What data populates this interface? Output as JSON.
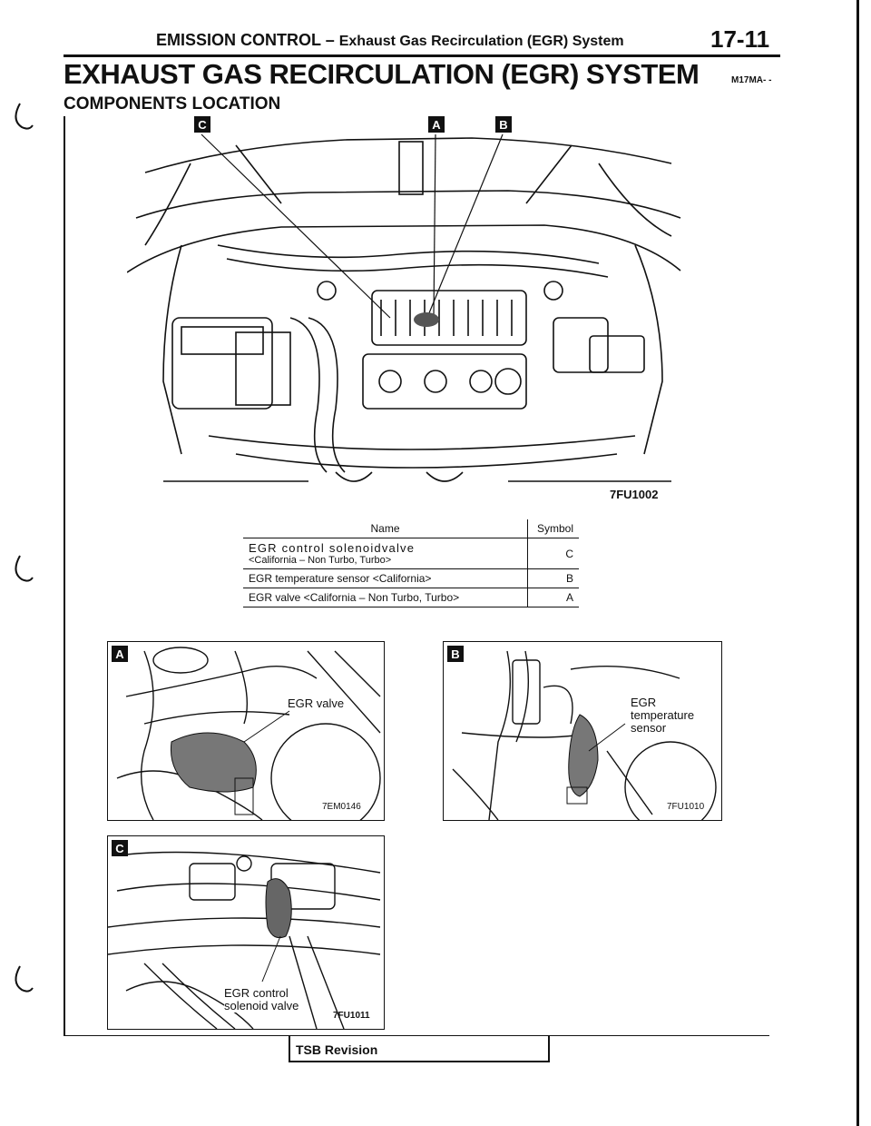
{
  "header": {
    "section": "EMISSION CONTROL",
    "dash": "–",
    "subsection": "Exhaust Gas Recirculation (EGR) System",
    "page_number": "17-11"
  },
  "title": "EXHAUST GAS RECIRCULATION (EGR) SYSTEM",
  "doc_code": "M17MA- -",
  "subtitle": "COMPONENTS LOCATION",
  "main_figure": {
    "markers": [
      "C",
      "A",
      "B"
    ],
    "ref": "7FU1002"
  },
  "table": {
    "headers": [
      "Name",
      "Symbol"
    ],
    "rows": [
      {
        "name": "EGR control solenoidvalve",
        "note": "<California – Non Turbo, Turbo>",
        "symbol": "C"
      },
      {
        "name": "EGR temperature sensor <California>",
        "symbol": "B"
      },
      {
        "name": "EGR valve <California – Non Turbo, Turbo>",
        "symbol": "A"
      }
    ]
  },
  "detail_a": {
    "marker": "A",
    "label": "EGR valve",
    "ref": "7EM0146"
  },
  "detail_b": {
    "marker": "B",
    "label_lines": [
      "EGR",
      "temperature",
      "sensor"
    ],
    "ref": "7FU1010"
  },
  "detail_c": {
    "marker": "C",
    "label_lines": [
      "EGR control",
      "solenoid valve"
    ],
    "ref": "7FU1011"
  },
  "footer": {
    "tsb": "TSB Revision"
  }
}
